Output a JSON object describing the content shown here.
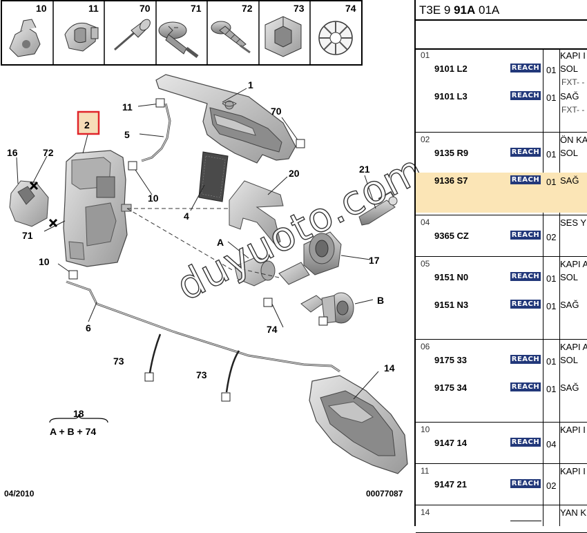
{
  "thumbnails": [
    {
      "num": "10",
      "icon": "clip-10-icon"
    },
    {
      "num": "11",
      "icon": "clip-11-icon"
    },
    {
      "num": "70",
      "icon": "rivet-icon"
    },
    {
      "num": "71",
      "icon": "torx-screw-icon"
    },
    {
      "num": "72",
      "icon": "screw-icon"
    },
    {
      "num": "73",
      "icon": "clip-73-icon"
    },
    {
      "num": "74",
      "icon": "star-washer-icon"
    }
  ],
  "callouts": {
    "c1": "1",
    "c2": "2",
    "c4": "4",
    "c5": "5",
    "c6": "6",
    "c10a": "10",
    "c10b": "10",
    "c11": "11",
    "c14": "14",
    "c16": "16",
    "c17": "17",
    "c20": "20",
    "c21": "21",
    "c70": "70",
    "c71": "71",
    "c72": "72",
    "c73a": "73",
    "c73b": "73",
    "c74": "74",
    "cA": "A",
    "cB": "B",
    "c18": "18",
    "c18set": "A + B + 74"
  },
  "footer": {
    "date": "04/2010",
    "ref": "00077087"
  },
  "watermark": "duyuoto.com",
  "colors": {
    "highlight": "#fbe5b6",
    "reach_badge": "#22387a",
    "selected_box": "#e0242a"
  },
  "table": {
    "header_prefix": "T3E 9 ",
    "header_bold": "91A",
    "header_suffix": " 01A",
    "groups": [
      {
        "num": "01",
        "rows": [
          {
            "part": "9101 L2",
            "badge": "REACH",
            "qty": "01",
            "desc": "SOL",
            "extra": "FXT- -"
          },
          {
            "part": "9101 L3",
            "badge": "REACH",
            "qty": "01",
            "desc": "SAĞ",
            "extra": "FXT- -"
          }
        ],
        "title": "KAPI I"
      },
      {
        "num": "02",
        "title": "ÖN KA",
        "rows": [
          {
            "part": "9135 R9",
            "badge": "REACH",
            "qty": "01",
            "desc": "SOL"
          },
          {
            "part": "9136 S7",
            "badge": "REACH",
            "qty": "01",
            "desc": "SAĞ"
          }
        ]
      },
      {
        "num": "04",
        "title": "SES Y",
        "rows": [
          {
            "part": "9365 CZ",
            "badge": "REACH",
            "qty": "02",
            "desc": ""
          }
        ]
      },
      {
        "num": "05",
        "title": "KAPI A",
        "rows": [
          {
            "part": "9151 N0",
            "badge": "REACH",
            "qty": "01",
            "desc": "SOL"
          },
          {
            "part": "9151 N3",
            "badge": "REACH",
            "qty": "01",
            "desc": "SAĞ"
          }
        ]
      },
      {
        "num": "06",
        "title": "KAPI A",
        "rows": [
          {
            "part": "9175 33",
            "badge": "REACH",
            "qty": "01",
            "desc": "SOL"
          },
          {
            "part": "9175 34",
            "badge": "REACH",
            "qty": "01",
            "desc": "SAĞ"
          }
        ]
      },
      {
        "num": "10",
        "title": "KAPI I",
        "rows": [
          {
            "part": "9147 14",
            "badge": "REACH",
            "qty": "04",
            "desc": ""
          }
        ]
      },
      {
        "num": "11",
        "title": "KAPI I",
        "rows": [
          {
            "part": "9147 21",
            "badge": "REACH",
            "qty": "02",
            "desc": ""
          }
        ]
      },
      {
        "num": "14",
        "title": "YAN K",
        "rows": []
      }
    ]
  }
}
